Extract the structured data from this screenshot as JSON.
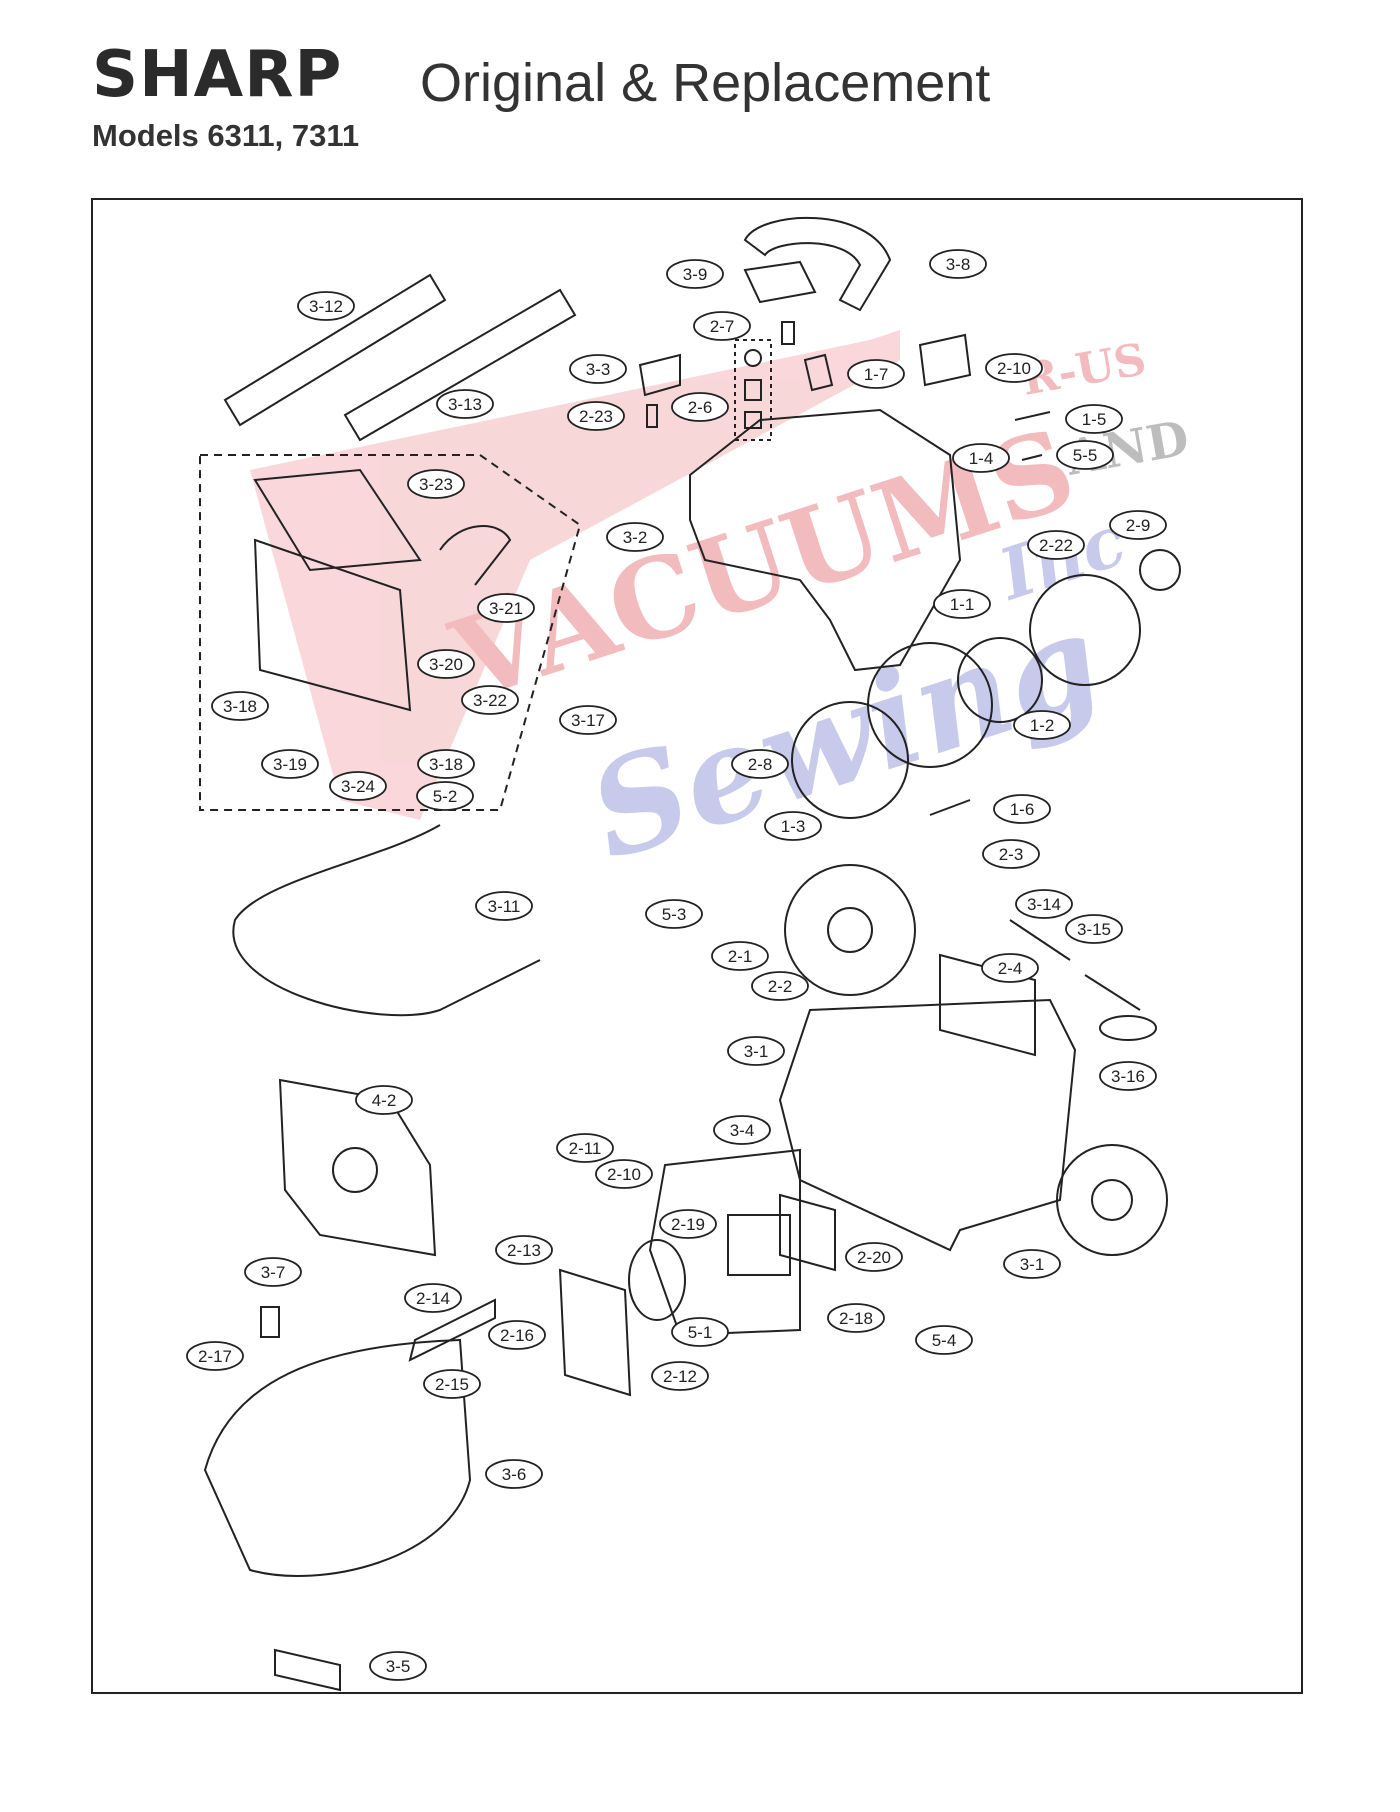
{
  "header": {
    "brand": "SHARP",
    "subtitle": "Original & Replacement",
    "models": "Models 6311, 7311"
  },
  "watermark": {
    "line1": "VACUUMS",
    "line2": "Sewing",
    "r_us": "R-US",
    "and": "AND",
    "inc": "Inc",
    "colors": {
      "red": "#e8848a",
      "blue": "#8a8fd0"
    }
  },
  "labels": [
    "3-8",
    "3-9",
    "2-7",
    "3-3",
    "2-6",
    "1-7",
    "2-10",
    "2-23",
    "1-5",
    "5-5",
    "1-4",
    "3-12",
    "3-13",
    "3-23",
    "3-2",
    "2-9",
    "2-22",
    "1-1",
    "3-21",
    "3-20",
    "1-2",
    "3-18",
    "3-22",
    "3-17",
    "2-8",
    "3-19",
    "3-18",
    "3-24",
    "5-2",
    "1-6",
    "1-3",
    "2-3",
    "5-3",
    "3-11",
    "3-14",
    "3-15",
    "2-1",
    "2-4",
    "2-2",
    "3-16",
    "3-1",
    "4-2",
    "3-4",
    "2-11",
    "2-10",
    "2-19",
    "2-20",
    "2-13",
    "3-1",
    "3-7",
    "2-14",
    "2-18",
    "2-16",
    "5-1",
    "5-4",
    "2-17",
    "2-15",
    "2-12",
    "3-6",
    "3-5"
  ]
}
